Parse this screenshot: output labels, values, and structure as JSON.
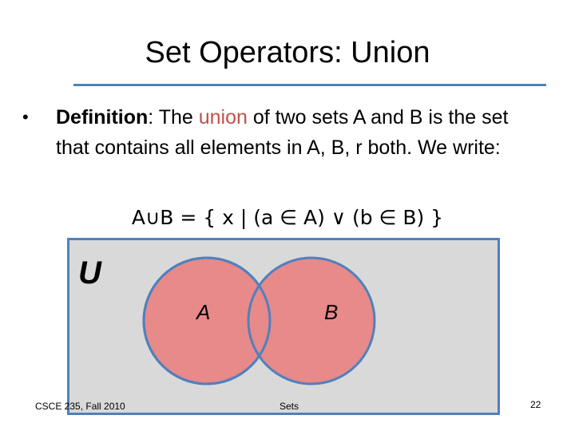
{
  "slide": {
    "title": "Set Operators: Union",
    "bullet": {
      "term": "Definition",
      "after_term": ": The ",
      "highlight": "union",
      "rest": " of two sets A and B is the set that contains all elements in A, B, r both.  We write:"
    },
    "formula": "A∪B = { x | (a ∈ A) ∨ (b ∈ B) }"
  },
  "venn": {
    "universe_label": "U",
    "set_a_label": "A",
    "set_b_label": "B",
    "universe_fill": "#d9d9d9",
    "universe_stroke": "#4f81bd",
    "set_fill": "#e8898a",
    "set_stroke": "#4f81bd"
  },
  "footer": {
    "course": "CSCE 235, Fall 2010",
    "topic": "Sets",
    "page_number": "22"
  },
  "colors": {
    "title_rule": "#4f81bd",
    "accent": "#c0504d"
  }
}
